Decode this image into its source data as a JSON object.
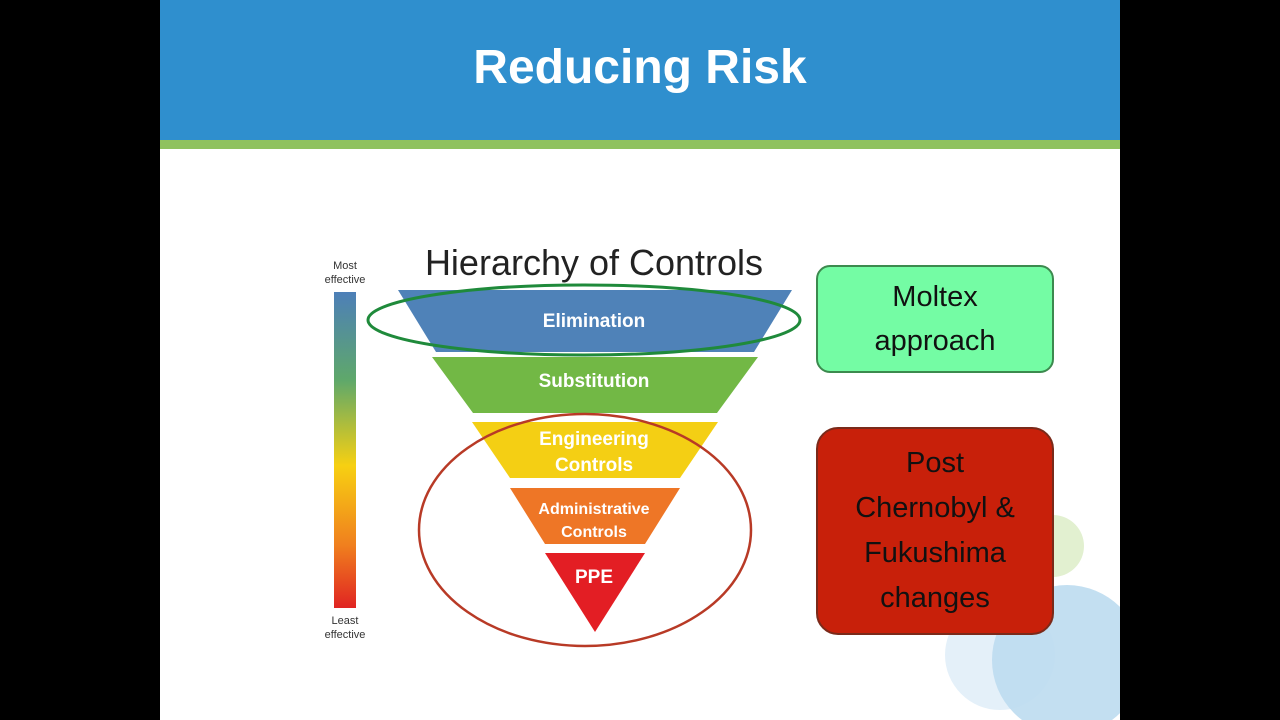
{
  "slide": {
    "title": "Reducing Risk"
  },
  "diagram": {
    "heading": "Hierarchy of Controls",
    "scale_top_label": [
      "Most",
      "effective"
    ],
    "scale_bottom_label": [
      "Least",
      "effective"
    ],
    "levels": [
      {
        "lines": [
          "Elimination"
        ],
        "color": "#4f82b8"
      },
      {
        "lines": [
          "Substitution"
        ],
        "color": "#72b845"
      },
      {
        "lines": [
          "Engineering",
          "Controls"
        ],
        "color": "#f4cf14"
      },
      {
        "lines": [
          "Administrative",
          "Controls"
        ],
        "color": "#ee7626"
      },
      {
        "lines": [
          "PPE"
        ],
        "color": "#e31e24"
      }
    ],
    "scale_colors": [
      "#4d7fb8",
      "#5fa86a",
      "#f7d012",
      "#f0801e",
      "#e02422"
    ],
    "highlight_colors": {
      "elimination_ring": "#1f8a3b",
      "lower_ring": "#b83a26"
    }
  },
  "callouts": {
    "moltex": "Moltex\napproach",
    "post": "Post\nChernobyl &\nFukushima\nchanges"
  },
  "colors": {
    "header": "#2f8fce",
    "header_stripe": "#8fc25f",
    "moltex_box": "#74fca4",
    "post_box": "#c8200a"
  }
}
